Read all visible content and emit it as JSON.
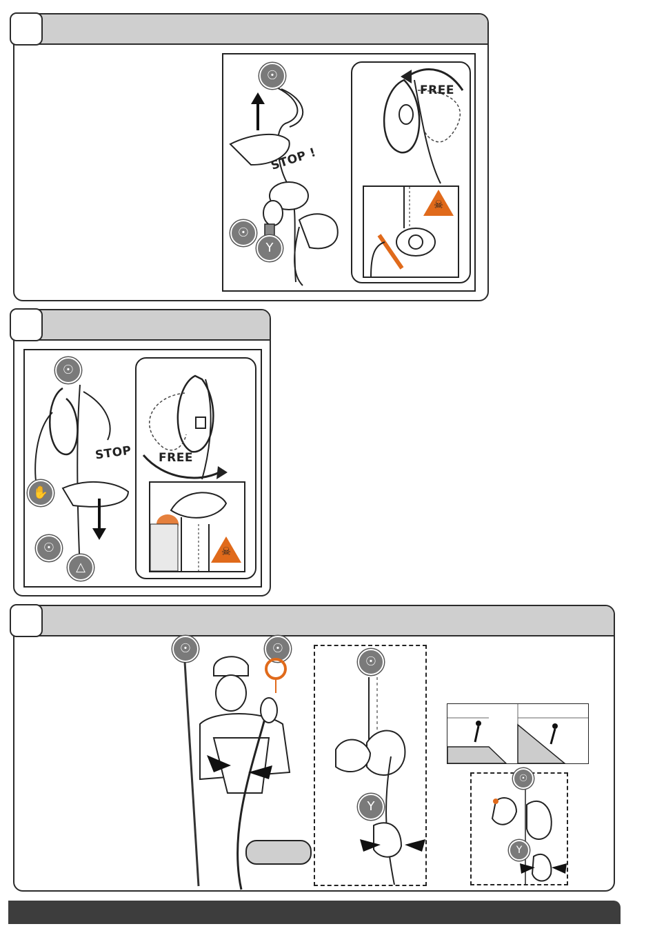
{
  "steps": [
    {
      "number": "",
      "labels": {
        "stop": "STOP !",
        "free": "FREE"
      }
    },
    {
      "number": "",
      "labels": {
        "stop": "STOP !",
        "free": "FREE"
      }
    },
    {
      "number": ""
    }
  ],
  "icons": {
    "anchor": "anchor-icon",
    "harness": "harness-icon",
    "hand": "hand-icon",
    "warning": "danger-warning-icon"
  },
  "colors": {
    "header_gray": "#cfcfcf",
    "accent_orange": "#e06a1b",
    "bar_dark": "#3d3d3d"
  }
}
